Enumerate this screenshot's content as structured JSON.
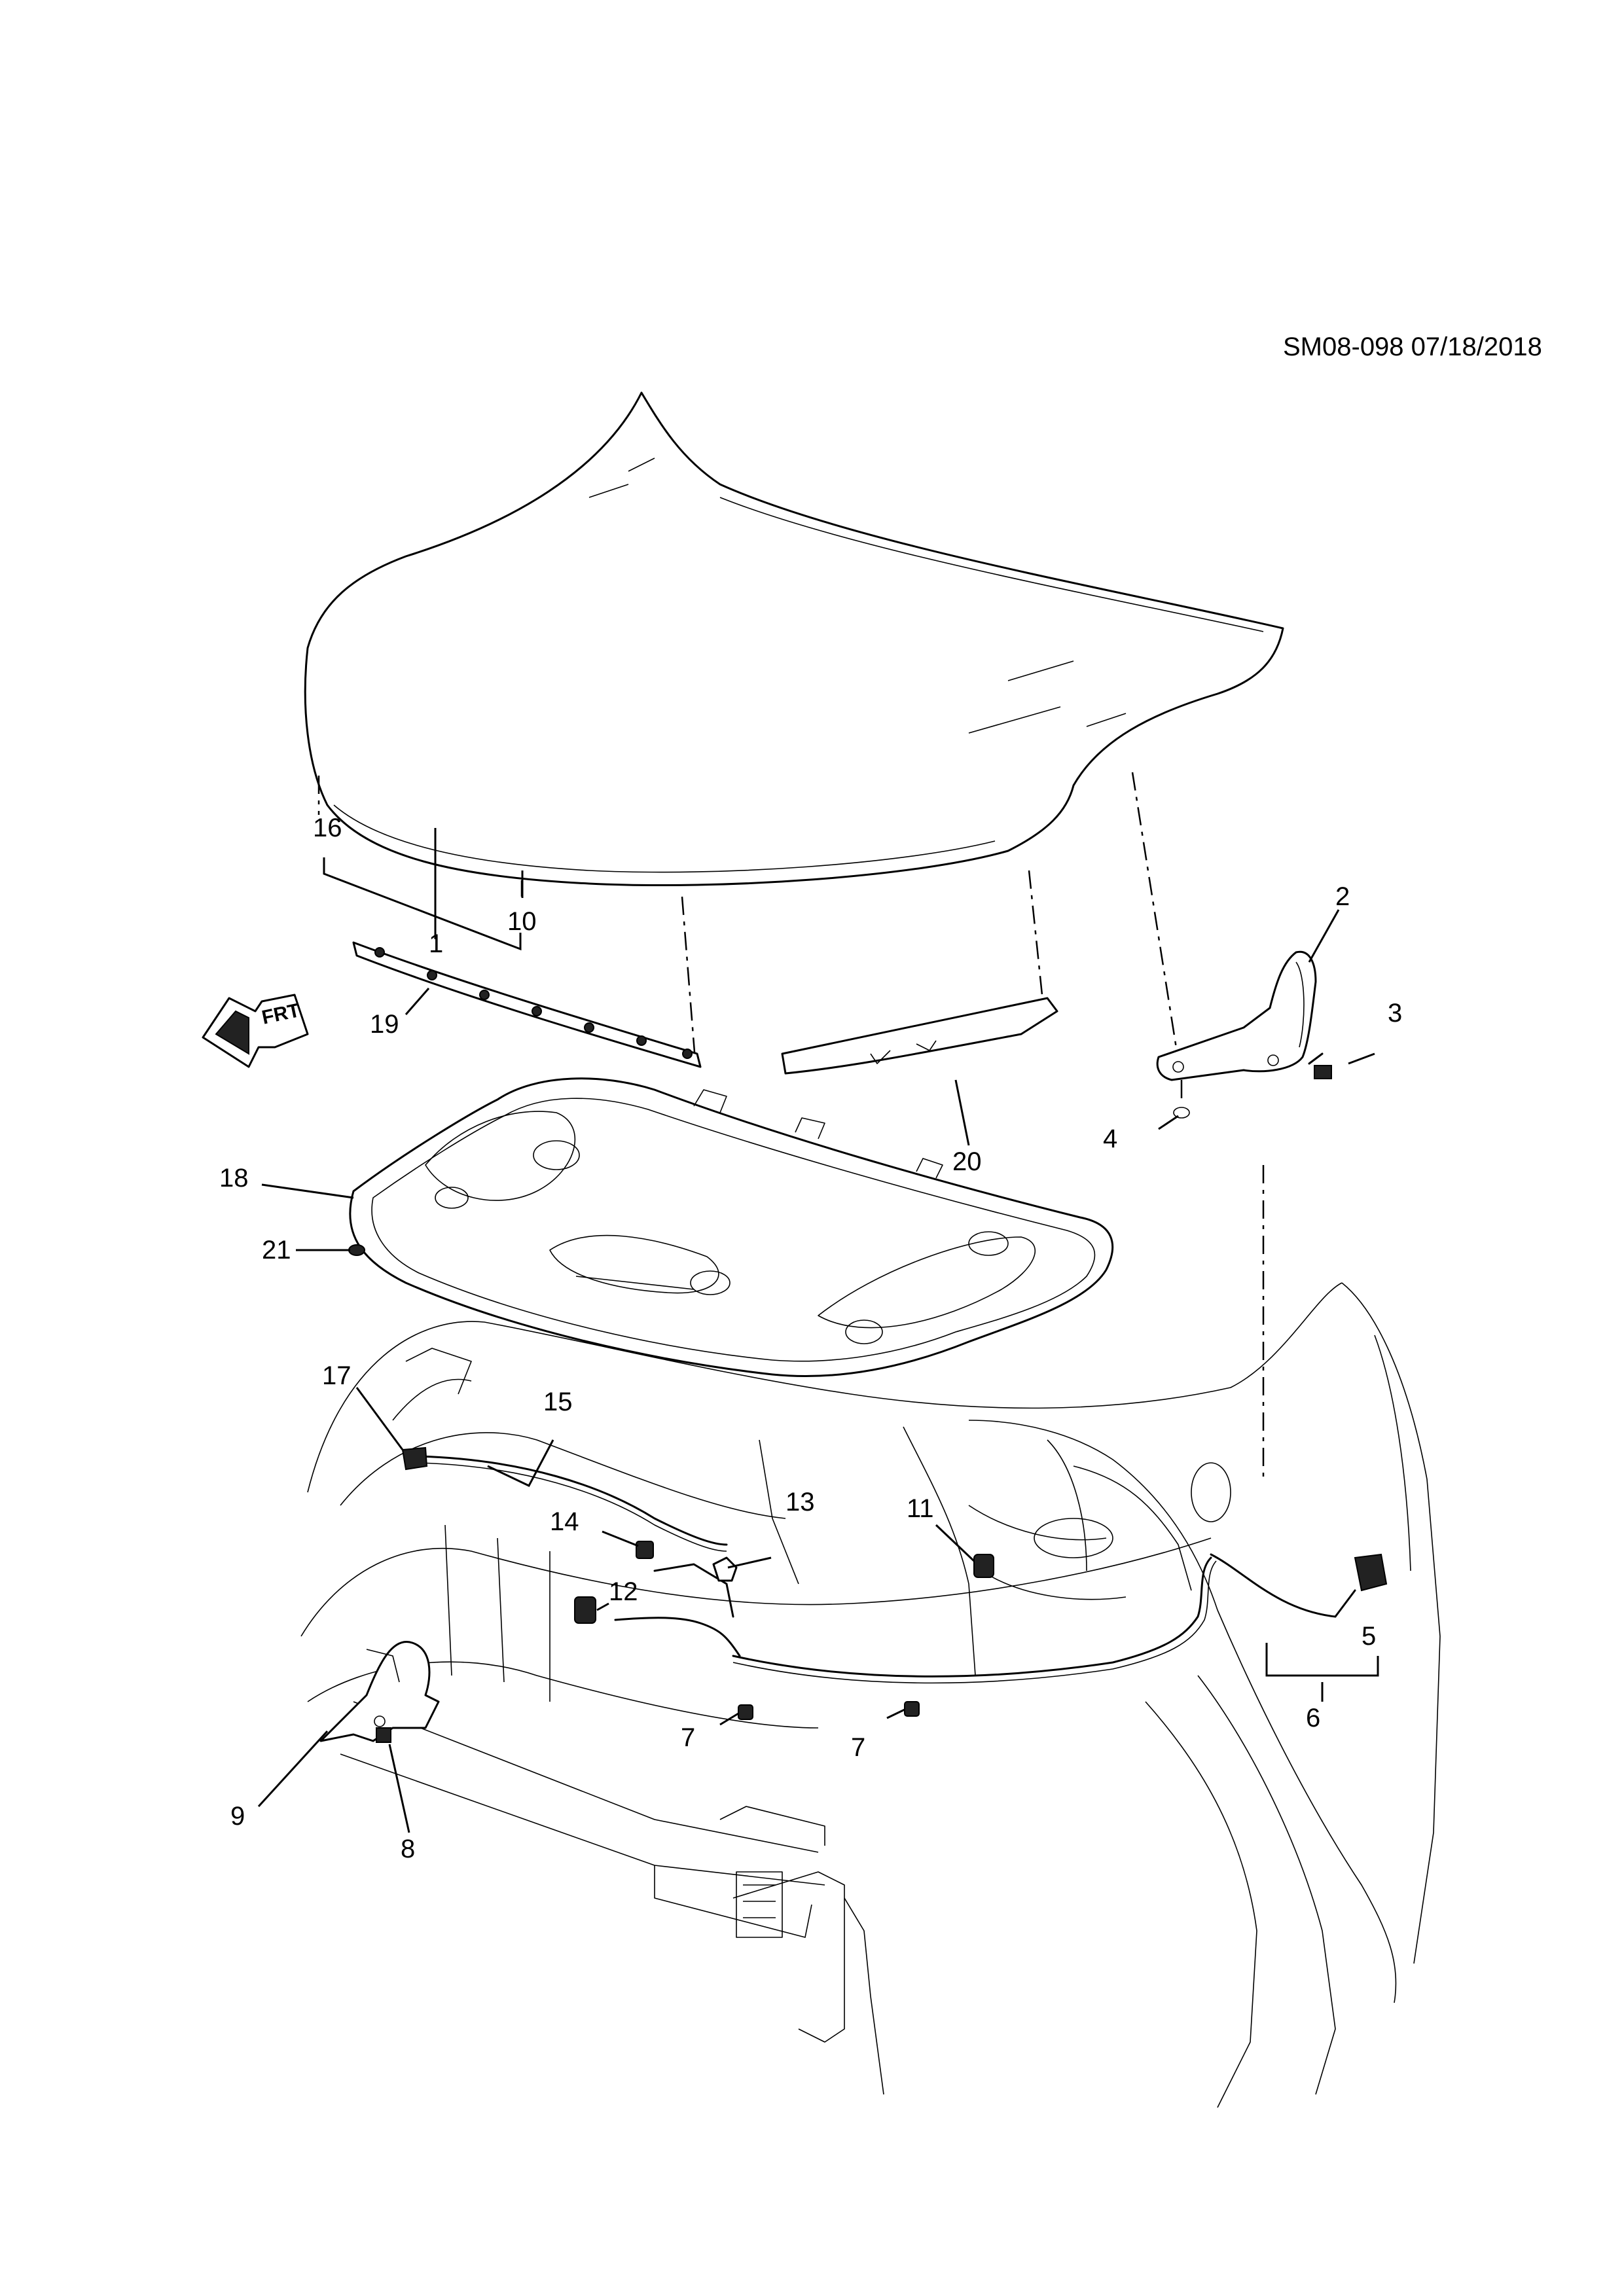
{
  "diagram": {
    "reference": "SM08-098 07/18/2018",
    "front_indicator": "FRT",
    "callouts": [
      "1",
      "2",
      "3",
      "4",
      "5",
      "6",
      "7",
      "7",
      "8",
      "9",
      "10",
      "11",
      "12",
      "13",
      "14",
      "15",
      "16",
      "17",
      "18",
      "19",
      "20",
      "21"
    ]
  }
}
